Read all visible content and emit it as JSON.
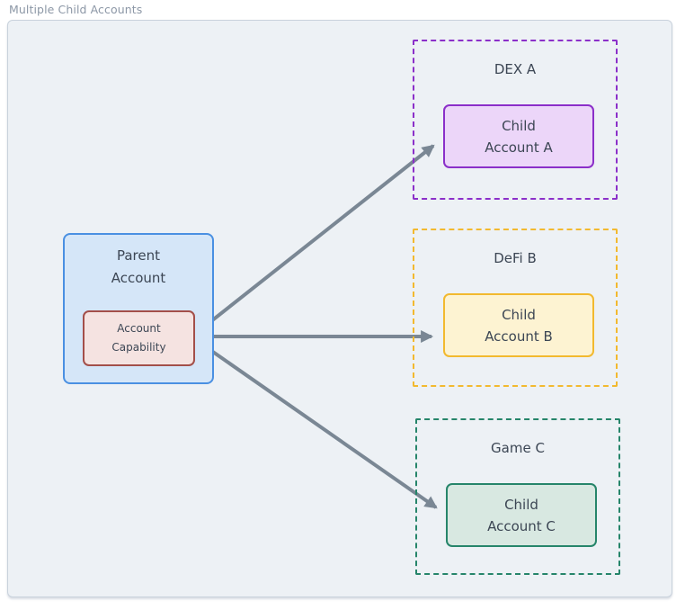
{
  "title": "Multiple Child Accounts",
  "parent": {
    "label": [
      "Parent",
      "Account"
    ],
    "capability": [
      "Account",
      "Capability"
    ]
  },
  "groups": [
    {
      "name": "DEX A",
      "child": [
        "Child",
        "Account A"
      ]
    },
    {
      "name": "DeFi B",
      "child": [
        "Child",
        "Account B"
      ]
    },
    {
      "name": "Game C",
      "child": [
        "Child",
        "Account C"
      ]
    }
  ],
  "colors": {
    "page_bg": "#ffffff",
    "canvas_bg": "#edf1f5",
    "canvas_border": "#c9d2dc",
    "title_text": "#8c97a6",
    "label_text": "#3c4654",
    "arrow": "#7a8794",
    "parent_fill": "#d5e6f8",
    "parent_border": "#4a90e2",
    "capability_fill": "#f5e3e1",
    "capability_border": "#a34f4a",
    "dex_border": "#8b2fc9",
    "dex_fill": "#ecd6f9",
    "defi_border": "#f2b92f",
    "defi_fill": "#fdf3d2",
    "game_border": "#26856a",
    "game_fill": "#d8e8e1"
  }
}
